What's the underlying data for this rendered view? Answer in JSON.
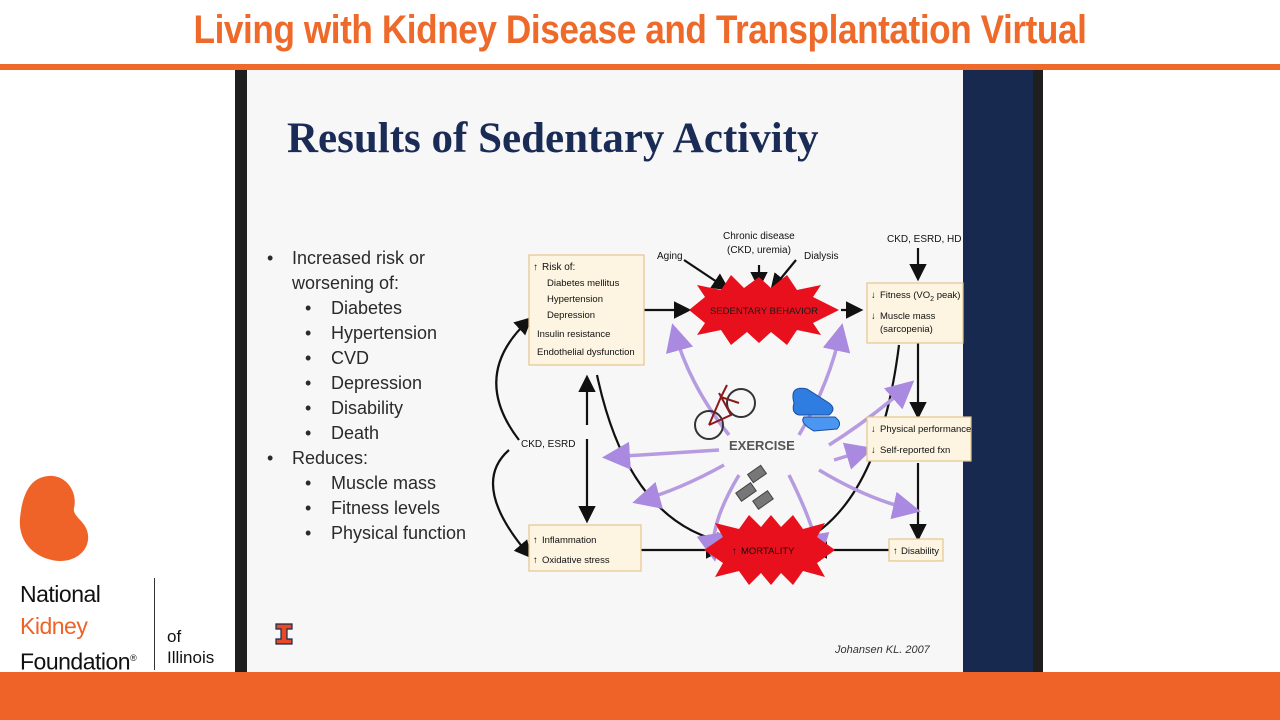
{
  "header": {
    "title": "Living with Kidney Disease and Transplantation Virtual"
  },
  "slide": {
    "title": "Results of Sedentary Activity",
    "bullets": [
      {
        "level": 1,
        "text": "Increased risk or"
      },
      {
        "level": 1,
        "text": "worsening of:",
        "continuation": true
      },
      {
        "level": 2,
        "text": "Diabetes"
      },
      {
        "level": 2,
        "text": "Hypertension"
      },
      {
        "level": 2,
        "text": "CVD"
      },
      {
        "level": 2,
        "text": "Depression"
      },
      {
        "level": 2,
        "text": "Disability"
      },
      {
        "level": 2,
        "text": "Death"
      },
      {
        "level": 1,
        "text": "Reduces:"
      },
      {
        "level": 2,
        "text": "Muscle mass"
      },
      {
        "level": 2,
        "text": "Fitness levels"
      },
      {
        "level": 2,
        "text": "Physical function"
      }
    ],
    "citation": "Johansen KL. 2007",
    "diagram": {
      "risk_box": {
        "heading": "Risk of:",
        "lines": [
          "Diabetes mellitus",
          "Hypertension",
          "Depression",
          "Insulin resistance",
          "Endothelial dysfunction"
        ]
      },
      "top_inputs": {
        "aging": "Aging",
        "chronic_line1": "Chronic disease",
        "chronic_line2": "(CKD, uremia)",
        "dialysis": "Dialysis"
      },
      "sedentary": "SEDENTARY BEHAVIOR",
      "ckd_top": "CKD, ESRD, HD",
      "fitness_box": {
        "line1": "Fitness (VO",
        "sub": "2",
        "line1_end": " peak)",
        "line2": "Muscle mass",
        "line3": "(sarcopenia)"
      },
      "ckd_left": "CKD, ESRD",
      "exercise": "EXERCISE",
      "perf_box": {
        "line1": "Physical performance",
        "line2": "Self-reported fxn"
      },
      "inflam_box": {
        "line1": "Inflammation",
        "line2": "Oxidative stress"
      },
      "mortality": "MORTALITY",
      "disability": "Disability"
    }
  },
  "logo": {
    "line1": "National",
    "line2": "Kidney",
    "line3": "Foundation",
    "registered": "®",
    "of": "of",
    "state": "Illinois"
  },
  "colors": {
    "accent": "#ee6a2b",
    "footer": "#f06328",
    "slide_title": "#1a2b55",
    "slide_stripe": "#17294e"
  }
}
